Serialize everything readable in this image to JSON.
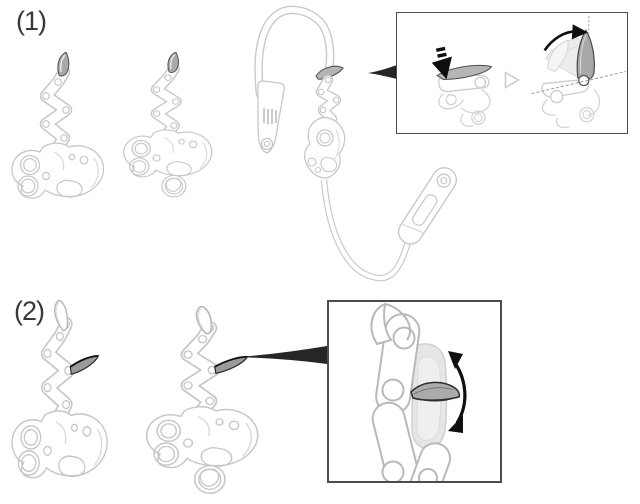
{
  "page": {
    "kind": "instruction-diagram",
    "background": "#ffffff"
  },
  "colors": {
    "line_art": "#c7c7c7",
    "ghost_fill": "#ececec",
    "blade_gray": "#a9a9a9",
    "dark_outline": "#4a4a4a",
    "arrow_black": "#0f0f0f",
    "callout_black": "#262626",
    "inset_border": "#4c4c4c",
    "label_text": "#383838"
  },
  "step1": {
    "label": "(1)",
    "inset_icons": [
      "press-down-arrow-icon",
      "transition-triangle-icon",
      "rotate-clockwise-arrow-icon",
      "dashed-guide-lines"
    ]
  },
  "step2": {
    "label": "(2)",
    "inset_icons": [
      "swing-double-arrow-icon"
    ]
  }
}
